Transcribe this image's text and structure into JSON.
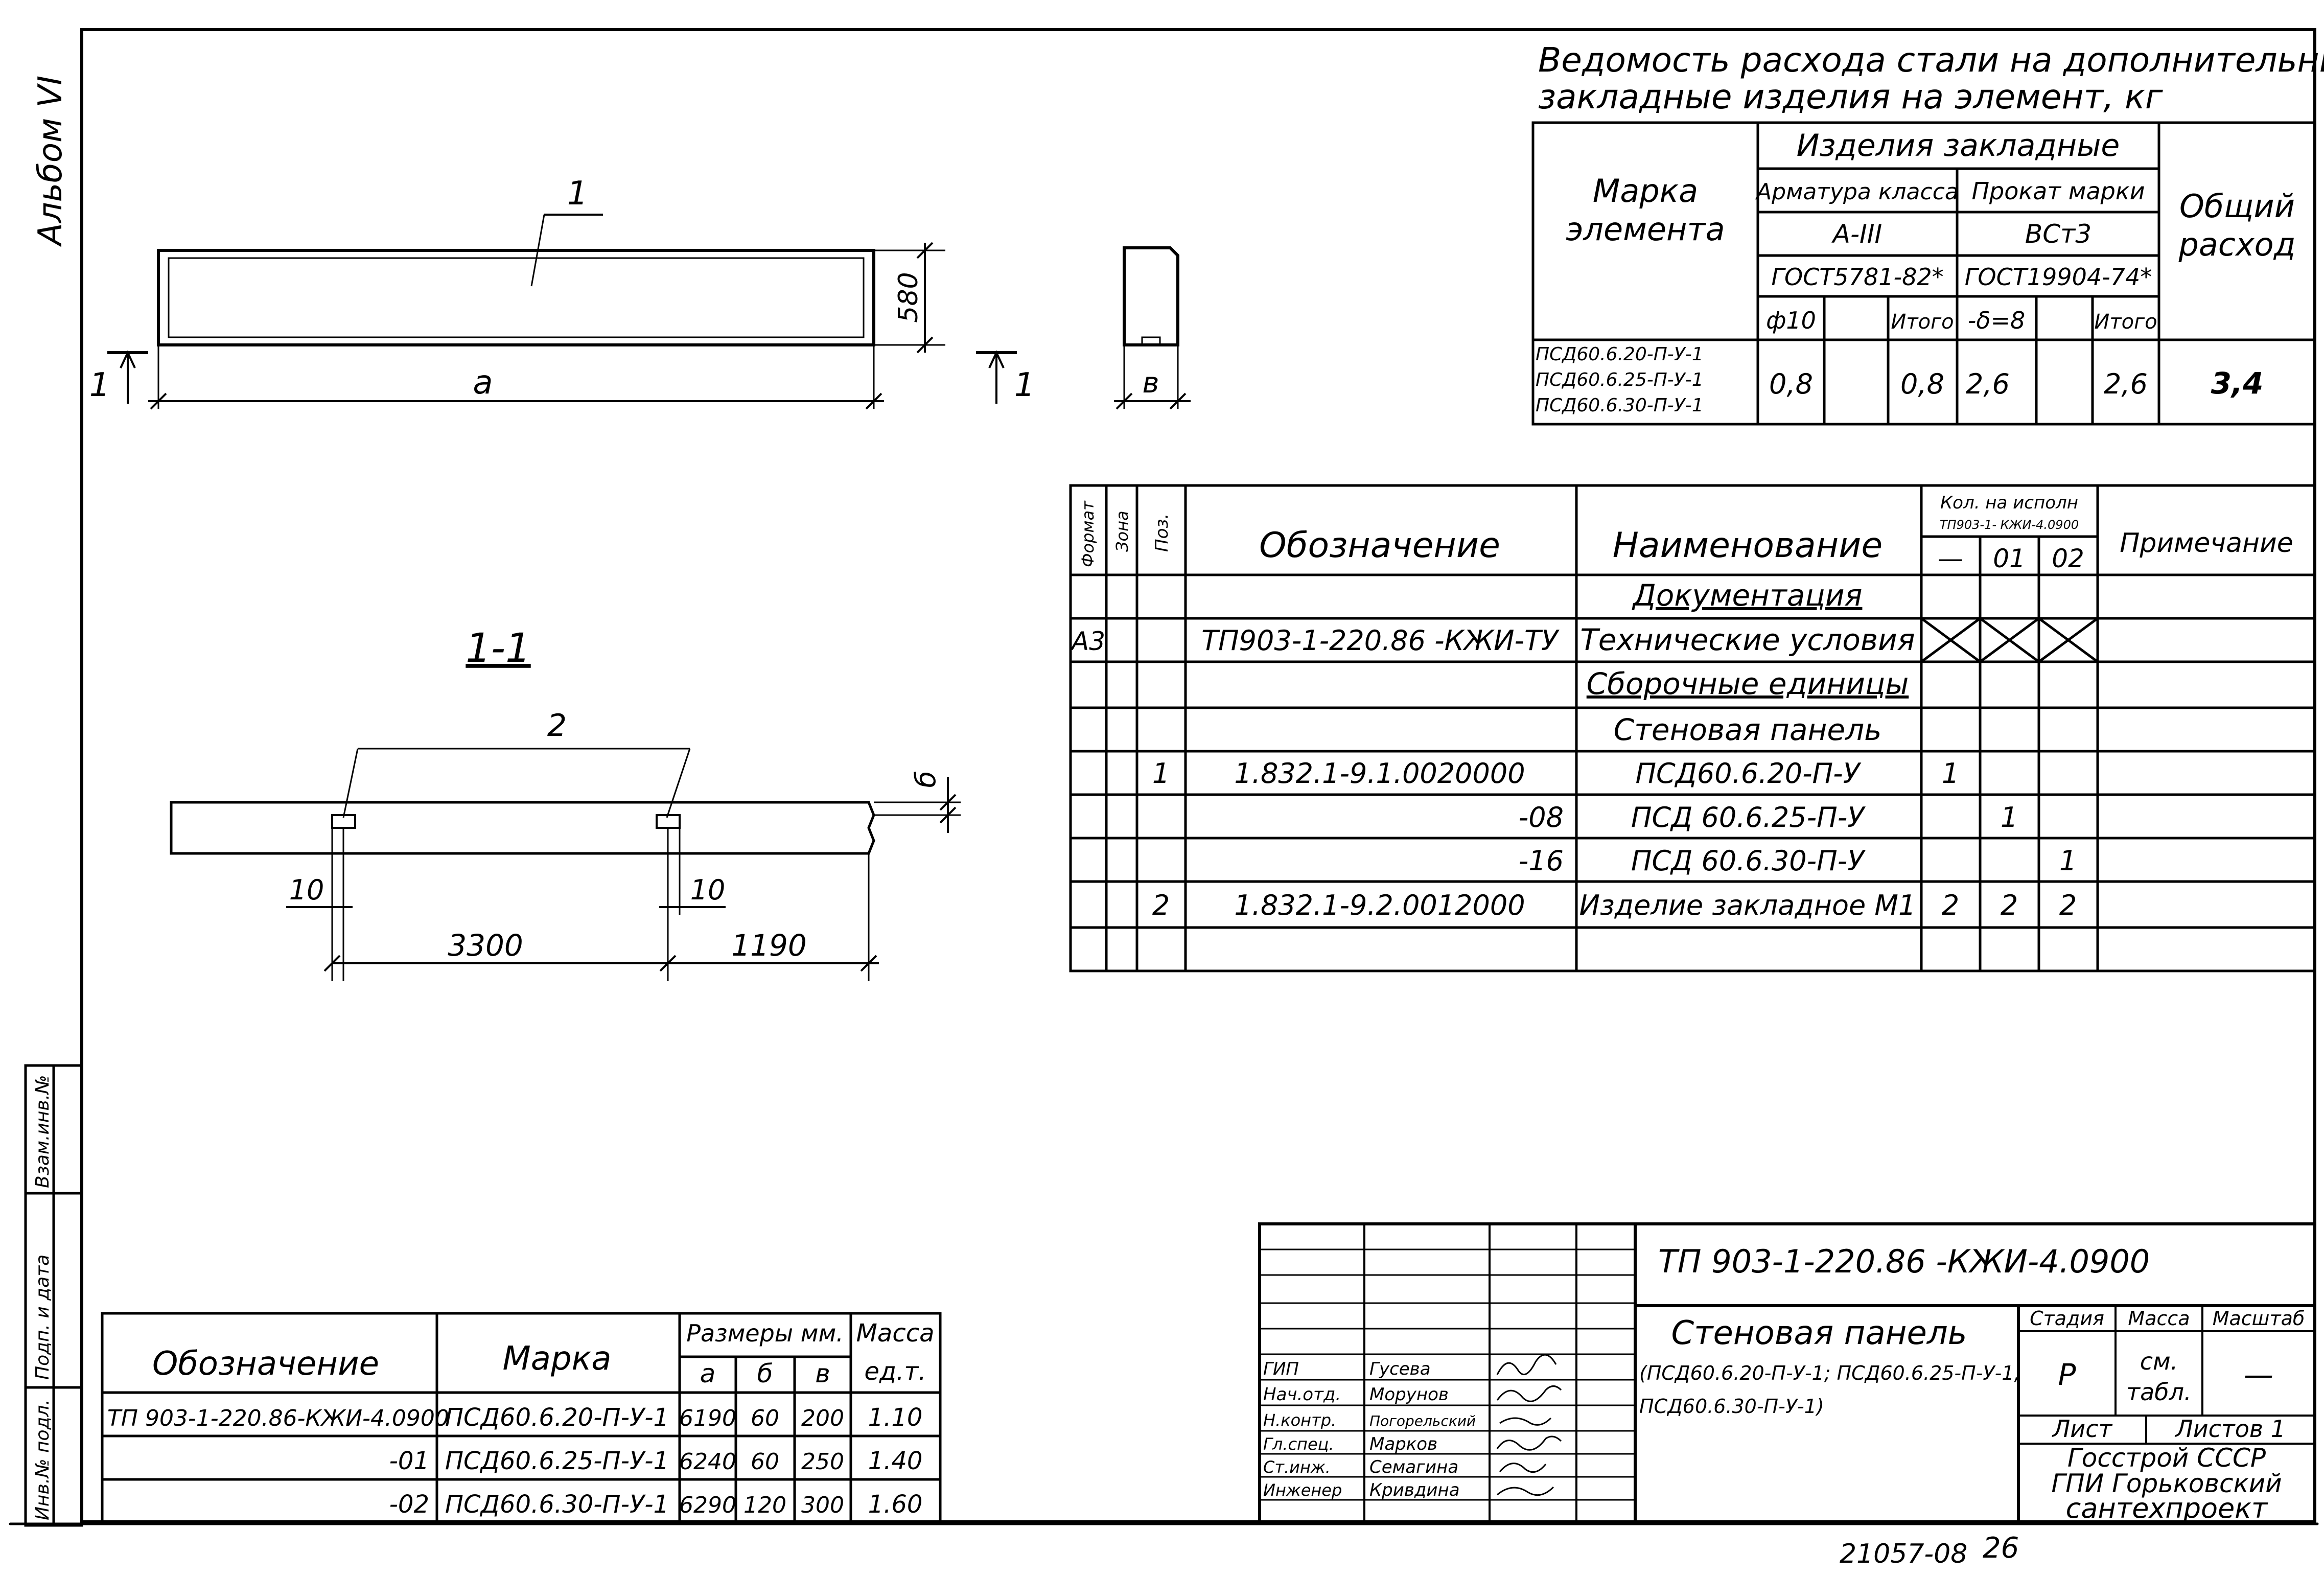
{
  "album": "Альбом VI",
  "steel_stmt": {
    "title1": "Ведомость расхода стали на дополнительные",
    "title2": "закладные изделия на элемент, кг",
    "h_marka1": "Марка",
    "h_marka2": "элемента",
    "h_izd": "Изделия закладные",
    "h_armatura": "Арматура класса",
    "h_prokat": "Прокат марки",
    "h_obsh1": "Общий",
    "h_obsh2": "расход",
    "a3": "А-III",
    "vst": "ВСт3",
    "gost1": "ГОСТ5781-82*",
    "gost2": "ГОСТ19904-74*",
    "phi": "ф10",
    "itogo": "Итого",
    "delta": "-δ=8",
    "itogo2": "Итого",
    "marks": [
      "ПСД60.6.20-П-У-1",
      "ПСД60.6.25-П-У-1",
      "ПСД60.6.30-П-У-1"
    ],
    "v_phi": "0,8",
    "v_itogo": "0,8",
    "v_delta": "2,6",
    "v_itogo2": "2,6",
    "v_total": "3,4"
  },
  "spec": {
    "h_format": "Формат",
    "h_zona": "Зона",
    "h_poz": "Поз.",
    "h_obozn": "Обозначение",
    "h_naim": "Наименование",
    "h_kol1": "Кол. на исполн",
    "h_kol2": "ТП903-1- КЖИ-4.0900",
    "h_dash": "—",
    "h_01": "01",
    "h_02": "02",
    "h_prim": "Примечание",
    "rows": [
      {
        "format": "",
        "poz": "",
        "obozn": "",
        "naim": "Документация",
        "k0": "",
        "k1": "",
        "k2": ""
      },
      {
        "format": "А3",
        "poz": "",
        "obozn": "ТП903-1-220.86 -КЖИ-ТУ",
        "naim": "Технические условия",
        "k0": "",
        "k1": "",
        "k2": ""
      },
      {
        "format": "",
        "poz": "",
        "obozn": "",
        "naim": "Сборочные единицы",
        "k0": "",
        "k1": "",
        "k2": ""
      },
      {
        "format": "",
        "poz": "",
        "obozn": "",
        "naim": "Стеновая панель",
        "k0": "",
        "k1": "",
        "k2": ""
      },
      {
        "format": "",
        "poz": "1",
        "obozn": "1.832.1-9.1.0020000",
        "naim": "ПСД60.6.20-П-У",
        "k0": "1",
        "k1": "",
        "k2": ""
      },
      {
        "format": "",
        "poz": "",
        "obozn": "-08",
        "naim": "ПСД 60.6.25-П-У",
        "k0": "",
        "k1": "1",
        "k2": ""
      },
      {
        "format": "",
        "poz": "",
        "obozn": "-16",
        "naim": "ПСД 60.6.30-П-У",
        "k0": "",
        "k1": "",
        "k2": "1"
      },
      {
        "format": "",
        "poz": "2",
        "obozn": "1.832.1-9.2.0012000",
        "naim": "Изделие закладное М1",
        "k0": "2",
        "k1": "2",
        "k2": "2"
      },
      {
        "format": "",
        "poz": "",
        "obozn": "",
        "naim": "",
        "k0": "",
        "k1": "",
        "k2": ""
      }
    ]
  },
  "view": {
    "label1": "1",
    "dim580": "580",
    "dim_a": "а",
    "cut": "1",
    "dim_b": "в",
    "section_title": "1-1",
    "label2": "2",
    "dim_delta": "б",
    "dim10a": "10",
    "dim10b": "10",
    "dim3300": "3300",
    "dim1190": "1190"
  },
  "marks_table": {
    "h_obozn": "Обозначение",
    "h_marka": "Марка",
    "h_razm": "Размеры мм.",
    "h_a": "а",
    "h_b": "б",
    "h_v": "в",
    "h_massa1": "Масса",
    "h_massa2": "ед.т.",
    "rows": [
      {
        "obozn": "ТП 903-1-220.86-КЖИ-4.0900",
        "marka": "ПСД60.6.20-П-У-1",
        "a": "6190",
        "b": "60",
        "v": "200",
        "m": "1.10"
      },
      {
        "obozn": "-01",
        "marka": "ПСД60.6.25-П-У-1",
        "a": "6240",
        "b": "60",
        "v": "250",
        "m": "1.40"
      },
      {
        "obozn": "-02",
        "marka": "ПСД60.6.30-П-У-1",
        "a": "6290",
        "b": "120",
        "v": "300",
        "m": "1.60"
      }
    ]
  },
  "side_stamp": {
    "inv_podl": "Инв.№ подл.",
    "podp": "Подп. и дата",
    "vzam": "Взам.инв.№"
  },
  "title_block": {
    "code": "ТП 903-1-220.86 -КЖИ-4.0900",
    "name1": "Стеновая панель",
    "name2": "(ПСД60.6.20-П-У-1; ПСД60.6.25-П-У-1;",
    "name3": "ПСД60.6.30-П-У-1)",
    "h_stadia": "Стадия",
    "h_massa": "Масса",
    "h_masshtab": "Масштаб",
    "stadia": "Р",
    "massa1": "см.",
    "massa2": "табл.",
    "masshtab": "—",
    "list": "Лист",
    "listov": "Листов 1",
    "org1": "Госстрой СССР",
    "org2": "ГПИ Горьковский",
    "org3": "сантехпроект",
    "signers": [
      {
        "role": "ГИП",
        "name": "Гусева"
      },
      {
        "role": "Нач.отд.",
        "name": "Морунов"
      },
      {
        "role": "Н.контр.",
        "name": "Погорельский"
      },
      {
        "role": "Гл.спец.",
        "name": "Марков"
      },
      {
        "role": "Ст.инж.",
        "name": "Семагина"
      },
      {
        "role": "Инженер",
        "name": "Кривдина"
      }
    ],
    "bottom_code": "21057-08",
    "page": "26"
  }
}
